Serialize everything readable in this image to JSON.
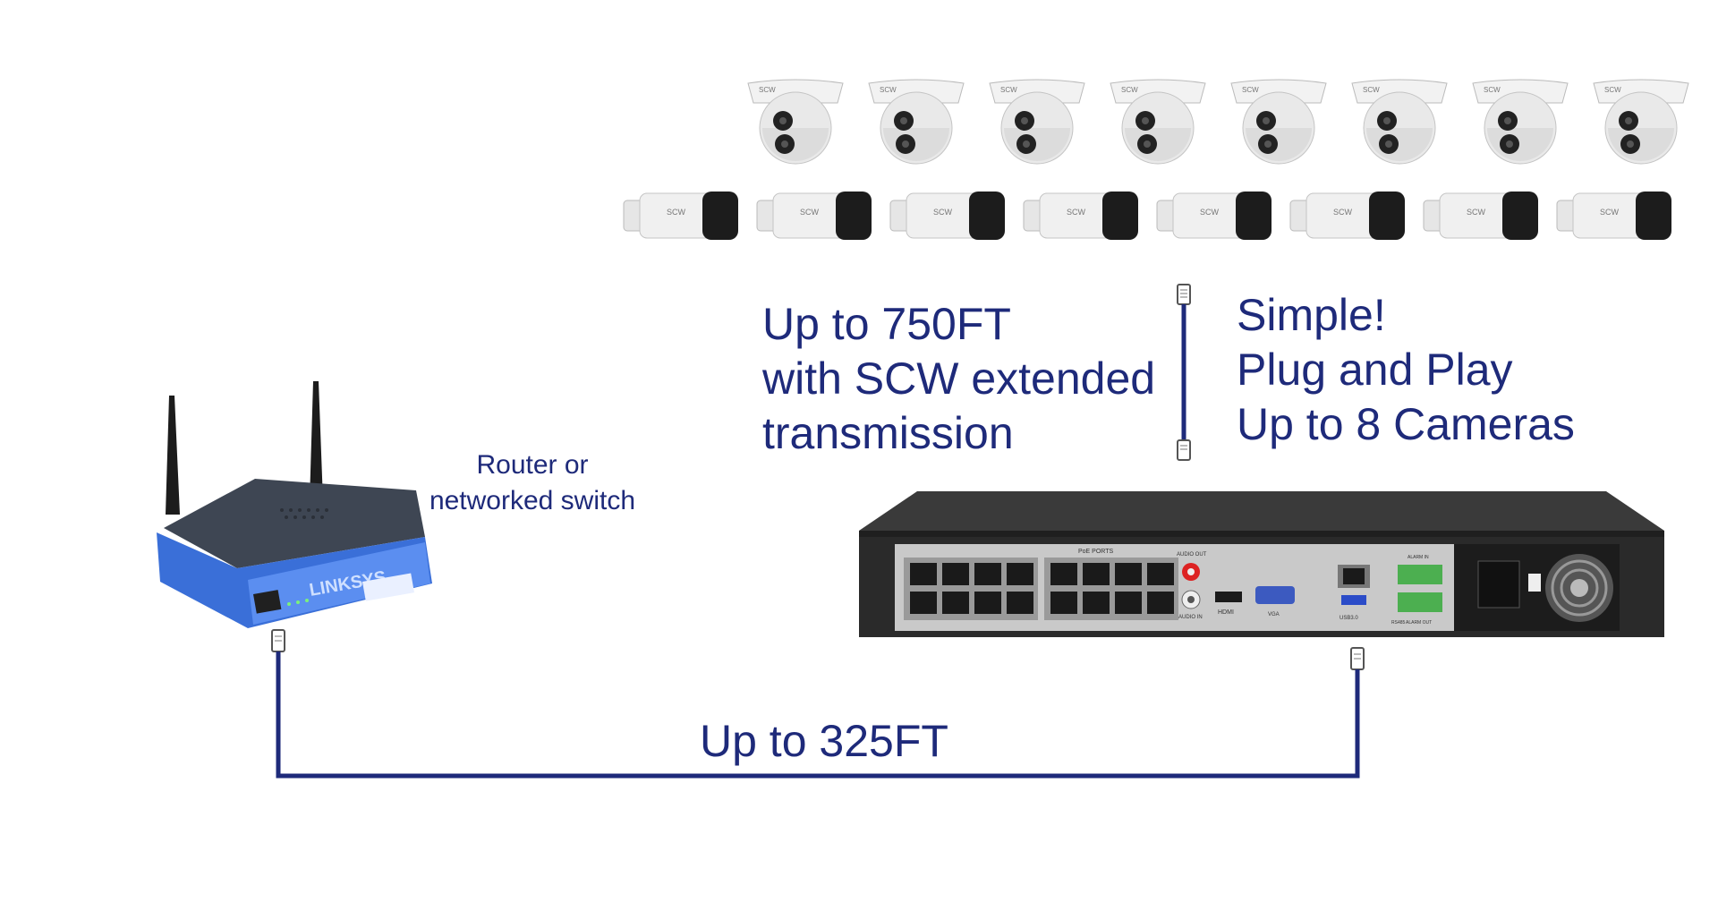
{
  "colors": {
    "navy_text": "#1e2a7a",
    "cable": "#1e2a7a",
    "router_blue": "#3a6fd8",
    "nvr_body": "#2b2b2b",
    "camera_white": "#eeeeee"
  },
  "cameras": {
    "dome_count": 8,
    "bullet_count": 8,
    "brand_mark": "SCW"
  },
  "router": {
    "label": "Router or\nnetworked switch",
    "brand_mark": "LINKSYS",
    "icon": "router-icon"
  },
  "nvr": {
    "icon": "nvr-recorder-icon",
    "port_labels": {
      "poe": "PoE PORTS",
      "audio_out": "AUDIO OUT",
      "audio_in": "AUDIO IN",
      "hdmi": "HDMI",
      "vga": "VGA",
      "usb": "USB3.0",
      "alarm_in": "ALARM IN",
      "alarm_out": "ALARM OUT",
      "rs485": "RS485"
    }
  },
  "annotations": {
    "camera_distance": [
      "Up to 750FT",
      "with SCW extended",
      "transmission"
    ],
    "features": [
      "Simple!",
      "Plug and Play",
      "Up to 8 Cameras"
    ],
    "router_distance": "Up to 325FT"
  }
}
